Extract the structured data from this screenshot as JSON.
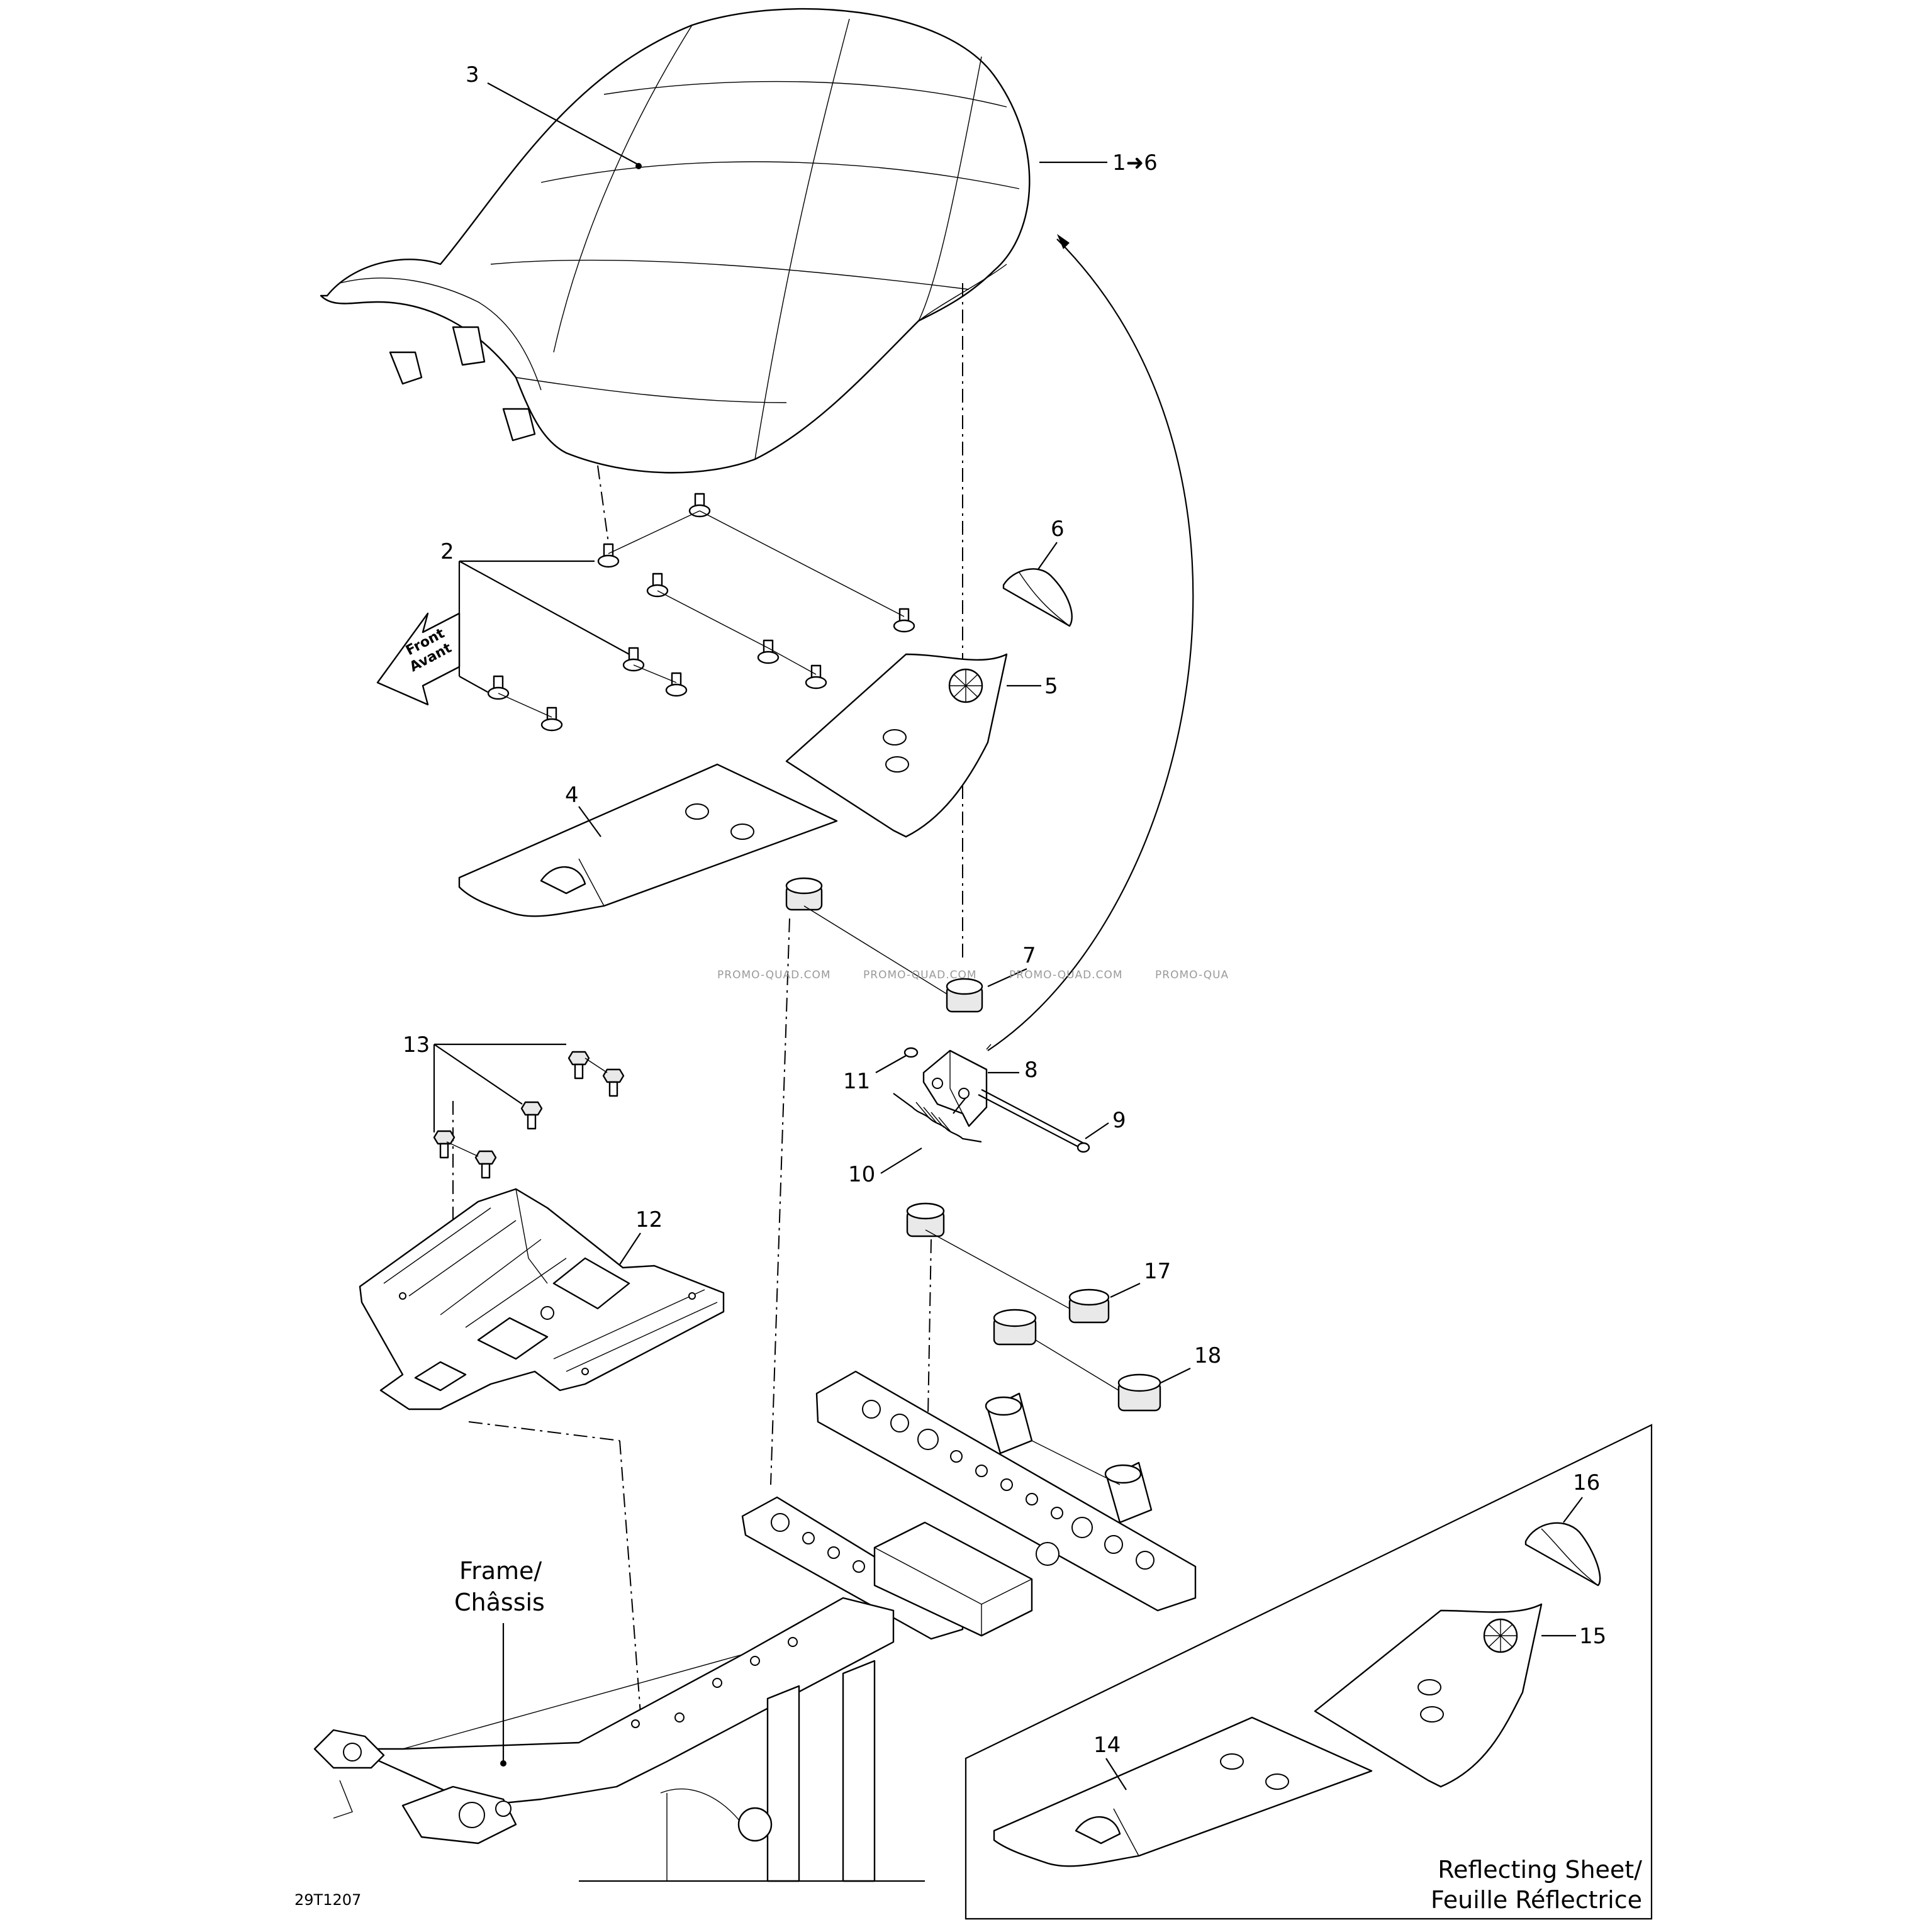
{
  "diagram": {
    "callouts": [
      {
        "id": "c1",
        "text": "1➜6"
      },
      {
        "id": "c2",
        "text": "2"
      },
      {
        "id": "c3",
        "text": "3"
      },
      {
        "id": "c4",
        "text": "4"
      },
      {
        "id": "c5",
        "text": "5"
      },
      {
        "id": "c6",
        "text": "6"
      },
      {
        "id": "c7",
        "text": "7"
      },
      {
        "id": "c8",
        "text": "8"
      },
      {
        "id": "c9",
        "text": "9"
      },
      {
        "id": "c10",
        "text": "10"
      },
      {
        "id": "c11",
        "text": "11"
      },
      {
        "id": "c12",
        "text": "12"
      },
      {
        "id": "c13",
        "text": "13"
      },
      {
        "id": "c14",
        "text": "14"
      },
      {
        "id": "c15",
        "text": "15"
      },
      {
        "id": "c16",
        "text": "16"
      },
      {
        "id": "c17",
        "text": "17"
      },
      {
        "id": "c18",
        "text": "18"
      }
    ],
    "front_arrow": {
      "line1": "Front",
      "line2": "Avant"
    },
    "frame_label": {
      "line1": "Frame/",
      "line2": "Châssis"
    },
    "reflecting_label": {
      "line1": "Reflecting Sheet/",
      "line2": "Feuille Réflectrice"
    },
    "watermark": [
      "PROMO-QUAD.COM",
      "PROMO-QUAD.COM",
      "PROMO-QUAD.COM",
      "PROMO-QUA"
    ],
    "drawing_number": "29T1207"
  }
}
